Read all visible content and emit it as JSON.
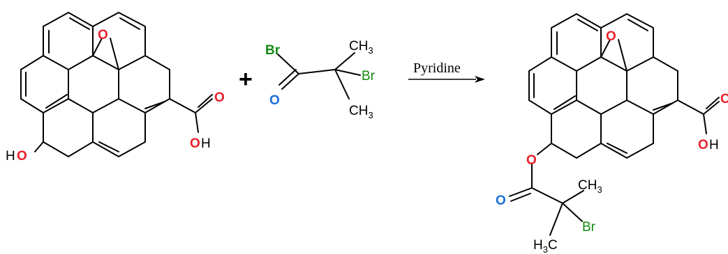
{
  "colors": {
    "bond": "#000000",
    "oxygen": "#e8202a",
    "carbonyl_oxygen": "#1a6fd6",
    "bromine": "#138a13"
  },
  "reactant1": {
    "epoxide_o": "O",
    "carbonyl_o": "O",
    "acid_oh_o": "O",
    "acid_oh_h": "H",
    "hydroxyl_h": "H",
    "hydroxyl_o": "O"
  },
  "plus": "+",
  "reactant2": {
    "acyl_br": "Br",
    "methyl_top_c": "CH",
    "methyl_top_sub": "3",
    "alpha_br": "Br",
    "carbonyl_o": "O",
    "methyl_bottom_c": "CH",
    "methyl_bottom_sub": "3"
  },
  "arrow": {
    "condition": "Pyridine"
  },
  "product": {
    "epoxide_o": "O",
    "carbonyl_o": "O",
    "acid_oh_o": "O",
    "acid_oh_h": "H",
    "ester_o": "O",
    "ester_carbonyl_o": "O",
    "methyl_right_c": "CH",
    "methyl_right_sub": "3",
    "alpha_br": "Br",
    "methyl_left_h": "H",
    "methyl_left_sub": "3",
    "methyl_left_c": "C"
  }
}
